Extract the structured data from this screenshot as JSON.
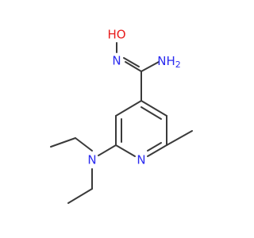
{
  "molecule": {
    "colors": {
      "bond": "#3a3a3a",
      "nitrogen": "#2b2bf0",
      "oxygen": "#e81c1c"
    },
    "labels": {
      "hydroxyl": "HO",
      "oxime_n": "N",
      "amine": "NH",
      "amine_sub": "2",
      "ring_n": "N",
      "diethyl_n": "N"
    }
  }
}
